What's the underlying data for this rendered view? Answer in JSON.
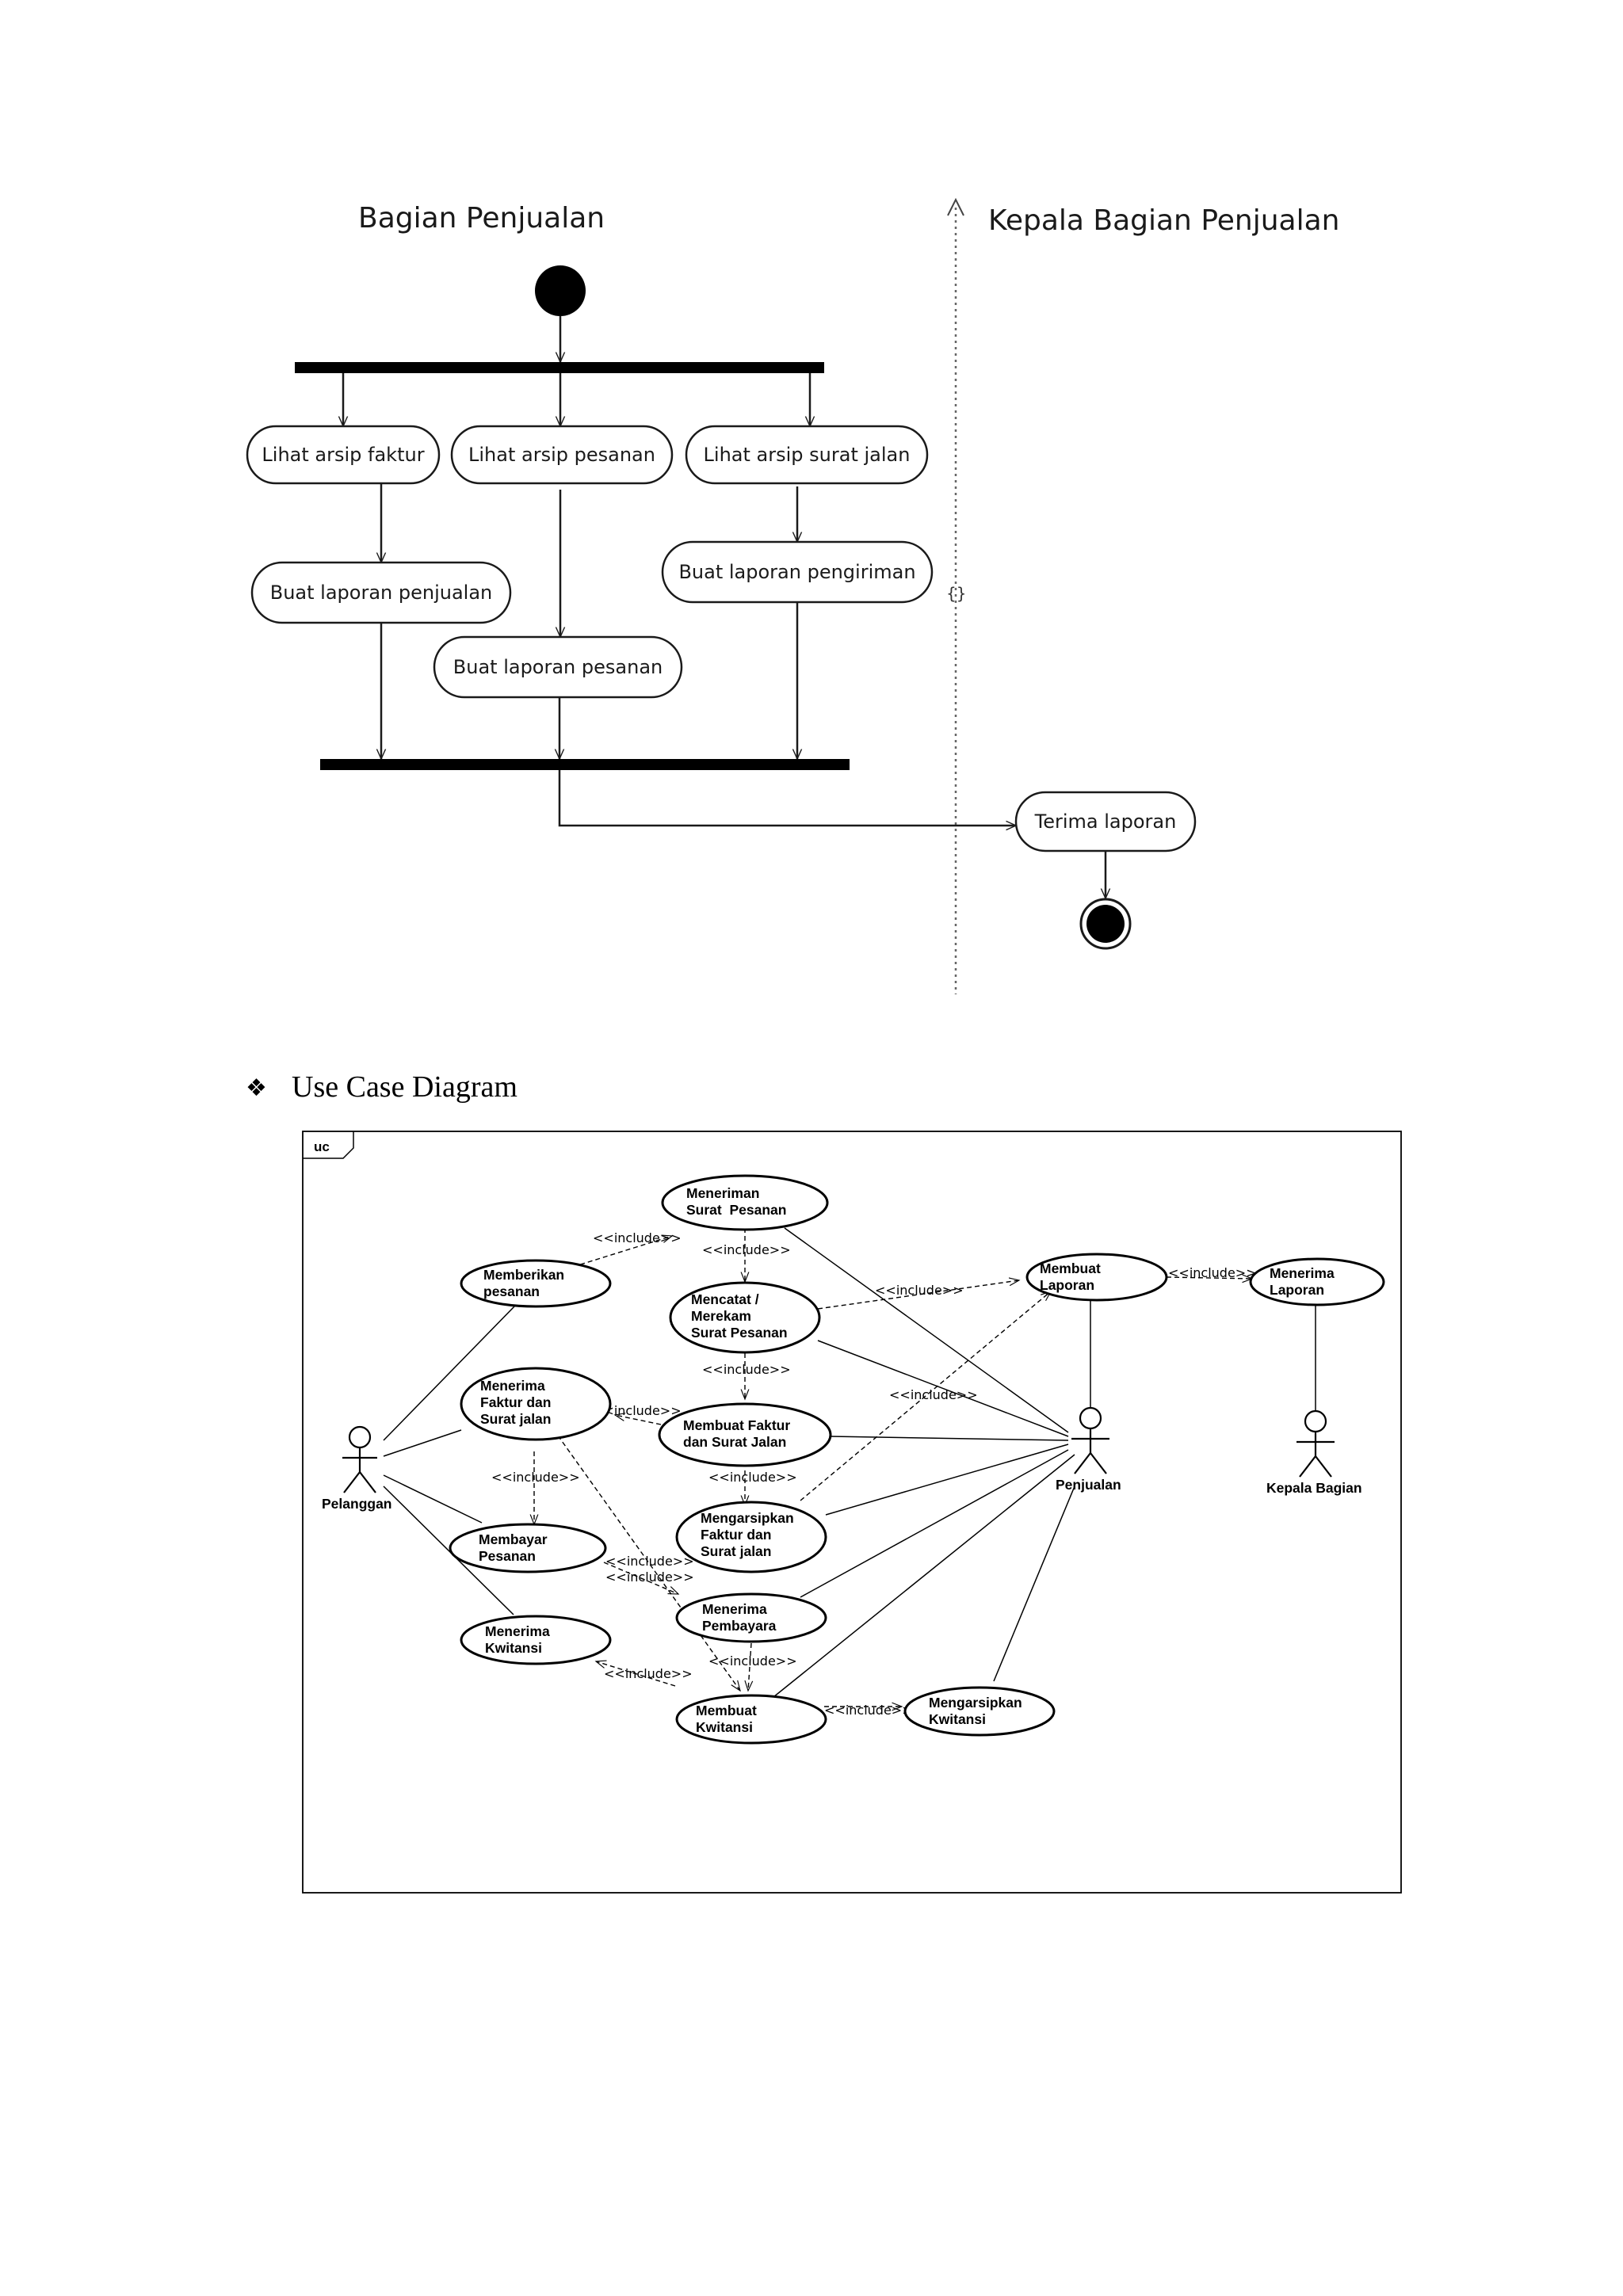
{
  "activity": {
    "lanes": [
      {
        "id": "bagian",
        "label": "Bagian Penjualan"
      },
      {
        "id": "kepala",
        "label": "Kepala Bagian Penjualan"
      }
    ],
    "partition_marker": "{}",
    "actions": [
      {
        "id": "lihat-faktur",
        "label": "Lihat arsip faktur"
      },
      {
        "id": "lihat-pesanan",
        "label": "Lihat arsip pesanan"
      },
      {
        "id": "lihat-surat",
        "label": "Lihat arsip surat jalan"
      },
      {
        "id": "buat-penjualan",
        "label": "Buat laporan penjualan"
      },
      {
        "id": "buat-pengiriman",
        "label": "Buat laporan pengiriman"
      },
      {
        "id": "buat-pesanan",
        "label": "Buat laporan pesanan"
      },
      {
        "id": "terima",
        "label": "Terima laporan"
      }
    ]
  },
  "section": {
    "bullet": "❖",
    "title": "Use Case Diagram"
  },
  "usecase": {
    "frame_label": "uc",
    "actors": [
      {
        "id": "pelanggan",
        "label": "Pelanggan"
      },
      {
        "id": "penjualan",
        "label": "Penjualan"
      },
      {
        "id": "kepala-bagian",
        "label": "Kepala Bagian"
      }
    ],
    "usecases": [
      {
        "id": "meneriman",
        "lines": [
          "Meneriman",
          "Surat  Pesanan"
        ]
      },
      {
        "id": "memberikan",
        "lines": [
          "Memberikan",
          "pesanan"
        ]
      },
      {
        "id": "mencatat",
        "lines": [
          "Mencatat /",
          "Merekam",
          "Surat Pesanan"
        ]
      },
      {
        "id": "membuat-laporan",
        "lines": [
          "Membuat",
          "Laporan"
        ]
      },
      {
        "id": "menerima-laporan",
        "lines": [
          "Menerima",
          "Laporan"
        ]
      },
      {
        "id": "menerima-faktur",
        "lines": [
          "Menerima",
          "Faktur dan",
          "Surat jalan"
        ]
      },
      {
        "id": "membuat-faktur",
        "lines": [
          "Membuat Faktur",
          "dan Surat Jalan"
        ]
      },
      {
        "id": "mengarsipkan-faktur",
        "lines": [
          "Mengarsipkan",
          "Faktur dan",
          "Surat jalan"
        ]
      },
      {
        "id": "membayar",
        "lines": [
          "Membayar",
          "Pesanan"
        ]
      },
      {
        "id": "menerima-pembayaran",
        "lines": [
          "Menerima",
          "Pembayara"
        ]
      },
      {
        "id": "menerima-kwitansi",
        "lines": [
          "Menerima",
          "Kwitansi"
        ]
      },
      {
        "id": "membuat-kwitansi",
        "lines": [
          "Membuat",
          "Kwitansi"
        ]
      },
      {
        "id": "mengarsipkan-kwitansi",
        "lines": [
          "Mengarsipkan",
          "Kwitansi"
        ]
      }
    ],
    "include_label": "<<include>>"
  }
}
